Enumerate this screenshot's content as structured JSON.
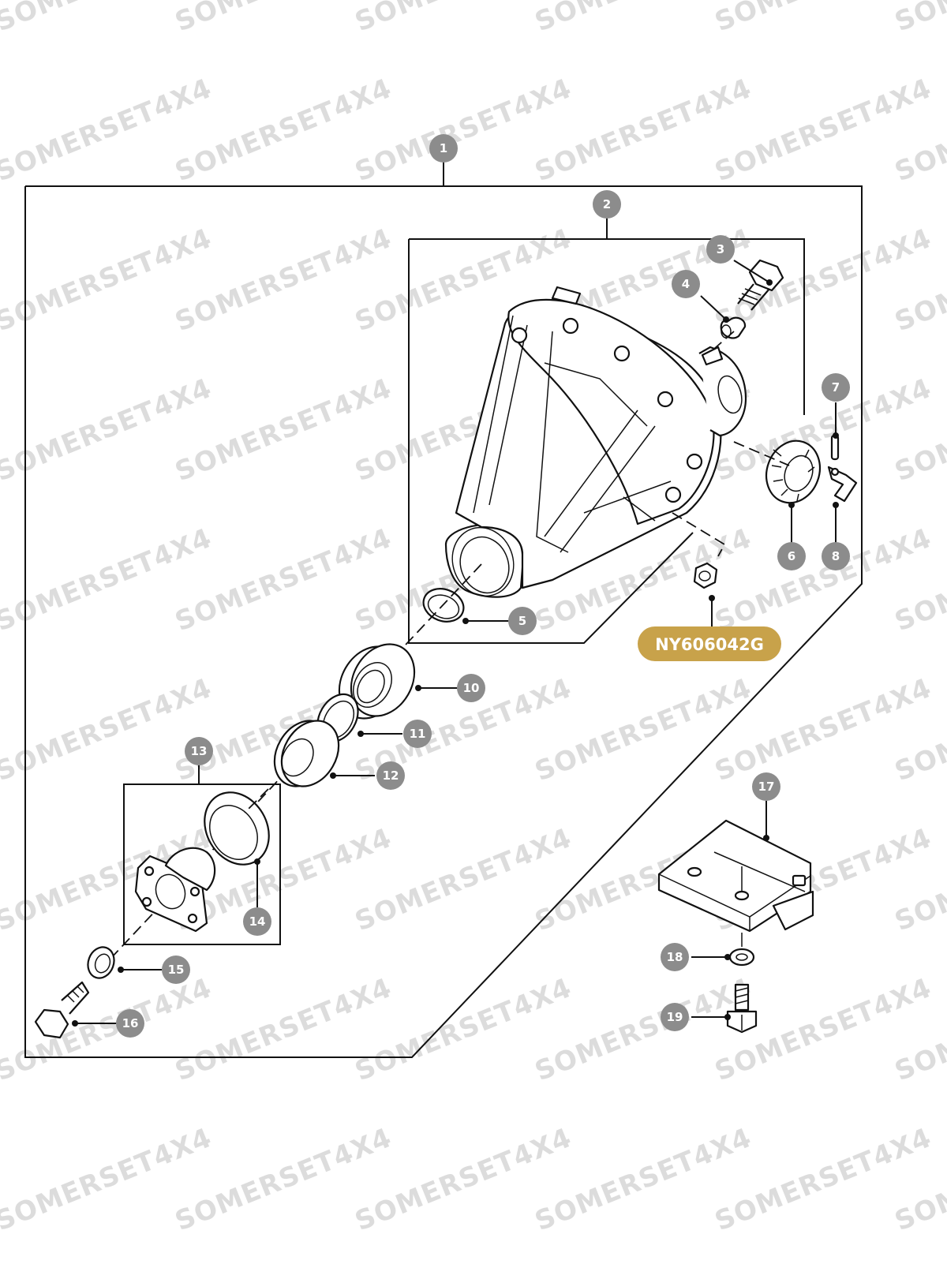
{
  "watermark": {
    "text": "SOMERSET4X4"
  },
  "callouts": [
    {
      "n": "1"
    },
    {
      "n": "2"
    },
    {
      "n": "3"
    },
    {
      "n": "4"
    },
    {
      "n": "5"
    },
    {
      "n": "6"
    },
    {
      "n": "7"
    },
    {
      "n": "8"
    },
    {
      "n": "10"
    },
    {
      "n": "11"
    },
    {
      "n": "12"
    },
    {
      "n": "13"
    },
    {
      "n": "14"
    },
    {
      "n": "15"
    },
    {
      "n": "16"
    },
    {
      "n": "17"
    },
    {
      "n": "18"
    },
    {
      "n": "19"
    }
  ],
  "highlight_part": {
    "label": "NY606042G",
    "color": "#c8a24a"
  },
  "colors": {
    "callout_fill": "#8c8c8c",
    "line": "#111111",
    "watermark": "#dcdcdc"
  }
}
